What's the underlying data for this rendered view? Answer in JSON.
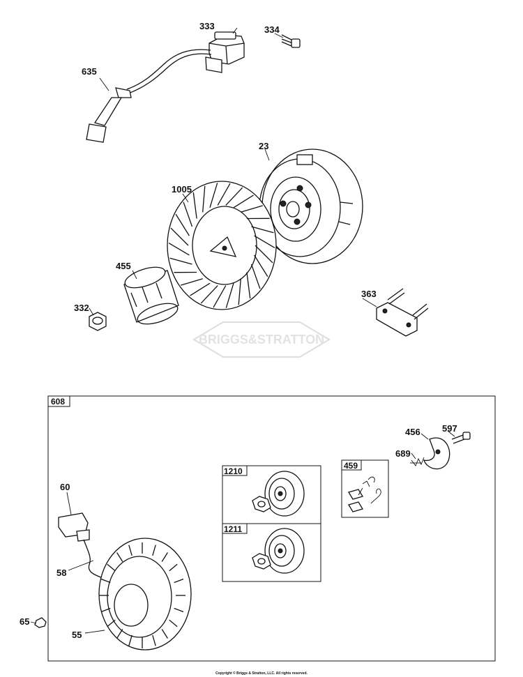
{
  "watermark": "BRIGGS&STRATTON",
  "copyright": "Copyright © Briggs & Stratton, LLC. All rights reserved.",
  "labels": {
    "p333": "333",
    "p334": "334",
    "p635": "635",
    "p23": "23",
    "p1005": "1005",
    "p455": "455",
    "p332": "332",
    "p363": "363",
    "p608": "608",
    "p456": "456",
    "p597": "597",
    "p689": "689",
    "p1210": "1210",
    "p459": "459",
    "p1211": "1211",
    "p60": "60",
    "p58": "58",
    "p65": "65",
    "p55": "55"
  }
}
